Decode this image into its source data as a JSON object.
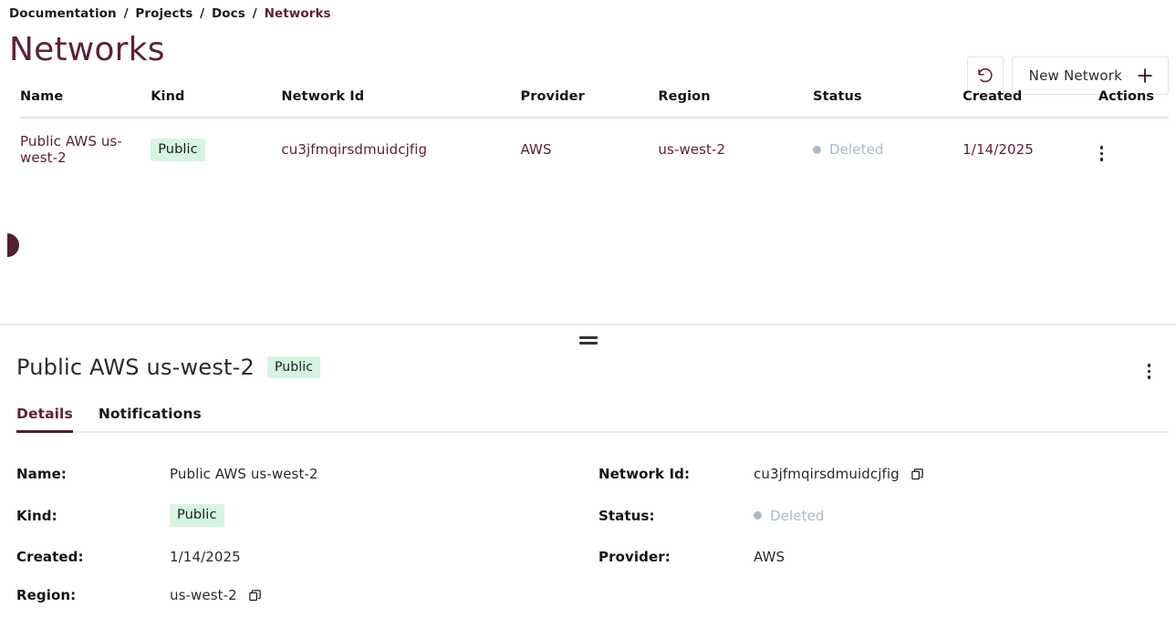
{
  "breadcrumb": {
    "items": [
      "Documentation",
      "Projects",
      "Docs",
      "Networks"
    ],
    "separator": "/"
  },
  "page": {
    "title": "Networks"
  },
  "toolbar": {
    "refresh_icon": "refresh-ccw-icon",
    "refresh_label": "Refresh",
    "new_network_label": "New Network",
    "plus_icon": "plus-icon"
  },
  "table": {
    "headers": [
      "Name",
      "Kind",
      "Network Id",
      "Provider",
      "Region",
      "Status",
      "Created",
      "Actions"
    ],
    "rows": [
      {
        "name": "Public AWS us-west-2",
        "kind": "Public",
        "network_id": "cu3jfmqirsdmuidcjfig",
        "provider": "AWS",
        "region": "us-west-2",
        "status": "Deleted",
        "created": "1/14/2025",
        "actions_icon": "kebab-menu-icon",
        "selected": true
      }
    ]
  },
  "detail": {
    "title": "Public AWS us-west-2",
    "badge": "Public",
    "menu_icon": "kebab-menu-icon",
    "drag_handle": "panel-resize-handle",
    "tabs": [
      {
        "label": "Details",
        "active": true
      },
      {
        "label": "Notifications",
        "active": false
      }
    ],
    "fields": {
      "name_label": "Name:",
      "name_value": "Public AWS us-west-2",
      "network_id_label": "Network Id:",
      "network_id_value": "cu3jfmqirsdmuidcjfig",
      "kind_label": "Kind:",
      "kind_value": "Public",
      "status_label": "Status:",
      "status_value": "Deleted",
      "created_label": "Created:",
      "created_value": "1/14/2025",
      "provider_label": "Provider:",
      "provider_value": "AWS",
      "region_label": "Region:",
      "region_value": "us-west-2"
    }
  },
  "colors": {
    "accent": "#5e2232",
    "accent_dark": "#52202f",
    "badge_bg": "#d5f5e1",
    "status_muted": "#abbac6",
    "border": "#dee4ea"
  }
}
